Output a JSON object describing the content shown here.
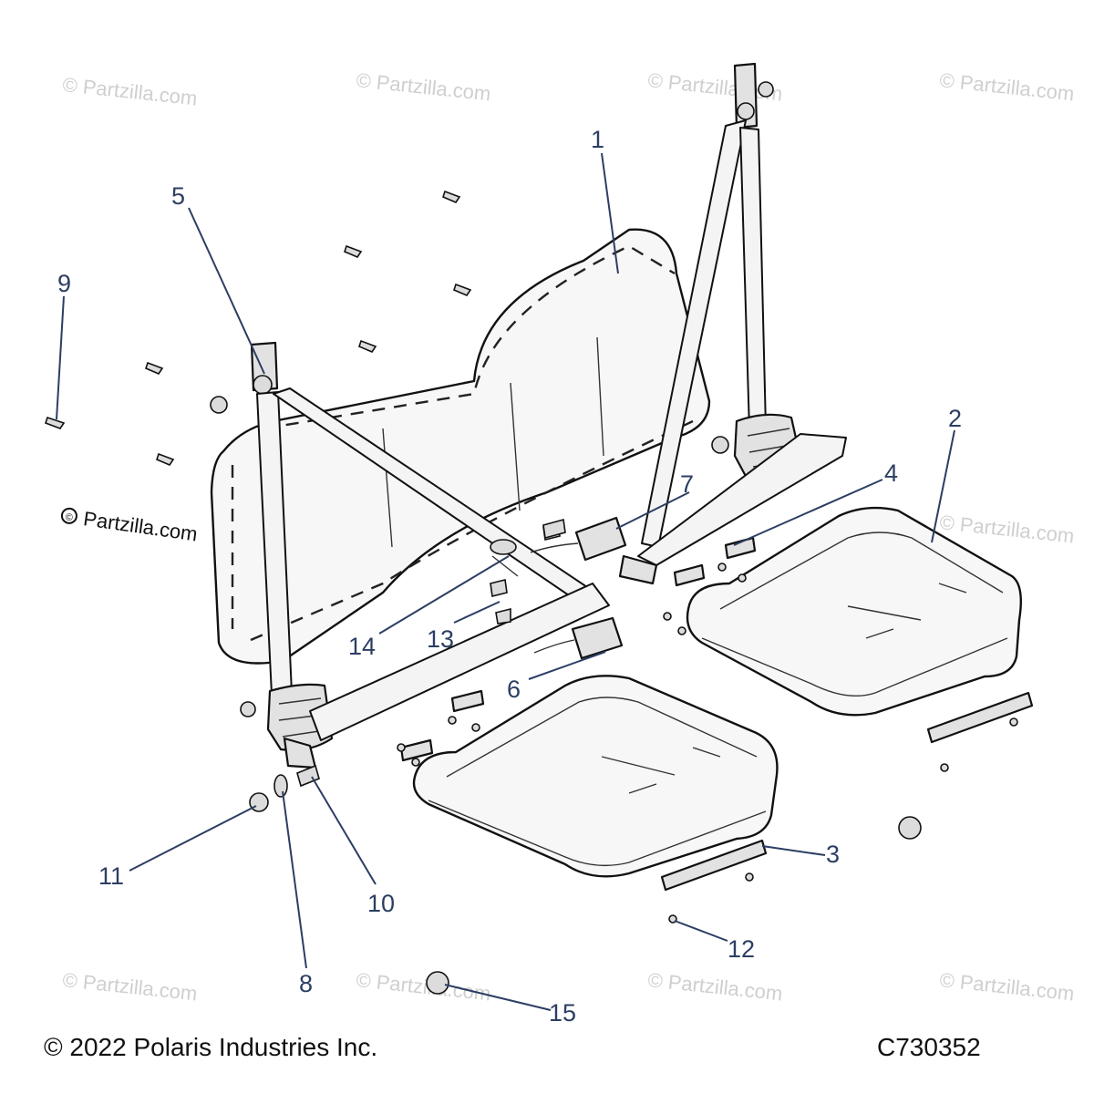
{
  "footer": {
    "copyright": "© 2022 Polaris Industries Inc.",
    "diagram_code": "C730352"
  },
  "watermark": {
    "text": "© Partzilla.com",
    "inline_text": "Partzilla.com"
  },
  "callouts": [
    "1",
    "2",
    "3",
    "4",
    "5",
    "6",
    "7",
    "8",
    "9",
    "10",
    "11",
    "12",
    "13",
    "14",
    "15"
  ],
  "colors": {
    "callout": "#2c3e63",
    "line_art": "#111111",
    "watermark": "#cfcfcf"
  }
}
